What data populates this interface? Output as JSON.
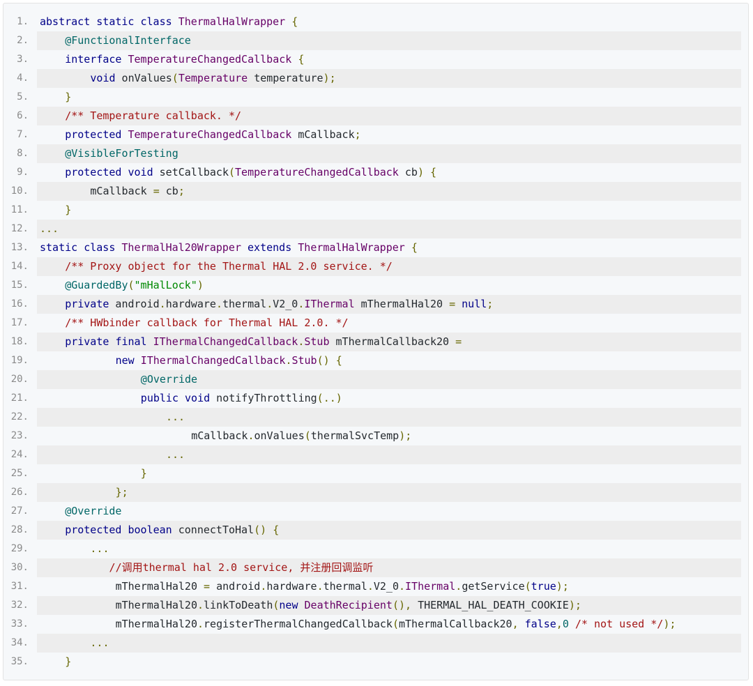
{
  "code": {
    "lines": [
      {
        "n": "1.",
        "indent": 0,
        "tokens": [
          [
            "kw",
            "abstract"
          ],
          [
            "pl",
            " "
          ],
          [
            "kw",
            "static"
          ],
          [
            "pl",
            " "
          ],
          [
            "kw",
            "class"
          ],
          [
            "pl",
            " "
          ],
          [
            "ty",
            "ThermalHalWrapper"
          ],
          [
            "pl",
            " "
          ],
          [
            "pu",
            "{"
          ]
        ]
      },
      {
        "n": "2.",
        "indent": 4,
        "tokens": [
          [
            "an",
            "@FunctionalInterface"
          ]
        ]
      },
      {
        "n": "3.",
        "indent": 4,
        "tokens": [
          [
            "kw",
            "interface"
          ],
          [
            "pl",
            " "
          ],
          [
            "ty",
            "TemperatureChangedCallback"
          ],
          [
            "pl",
            " "
          ],
          [
            "pu",
            "{"
          ]
        ]
      },
      {
        "n": "4.",
        "indent": 8,
        "tokens": [
          [
            "kw",
            "void"
          ],
          [
            "pl",
            " onValues"
          ],
          [
            "pu",
            "("
          ],
          [
            "ty",
            "Temperature"
          ],
          [
            "pl",
            " temperature"
          ],
          [
            "pu",
            ");"
          ]
        ]
      },
      {
        "n": "5.",
        "indent": 4,
        "tokens": [
          [
            "pu",
            "}"
          ]
        ]
      },
      {
        "n": "6.",
        "indent": 4,
        "tokens": [
          [
            "cm",
            "/** Temperature callback. */"
          ]
        ]
      },
      {
        "n": "7.",
        "indent": 4,
        "tokens": [
          [
            "kw",
            "protected"
          ],
          [
            "pl",
            " "
          ],
          [
            "ty",
            "TemperatureChangedCallback"
          ],
          [
            "pl",
            " mCallback"
          ],
          [
            "pu",
            ";"
          ]
        ]
      },
      {
        "n": "8.",
        "indent": 4,
        "tokens": [
          [
            "an",
            "@VisibleForTesting"
          ]
        ]
      },
      {
        "n": "9.",
        "indent": 4,
        "tokens": [
          [
            "kw",
            "protected"
          ],
          [
            "pl",
            " "
          ],
          [
            "kw",
            "void"
          ],
          [
            "pl",
            " setCallback"
          ],
          [
            "pu",
            "("
          ],
          [
            "ty",
            "TemperatureChangedCallback"
          ],
          [
            "pl",
            " cb"
          ],
          [
            "pu",
            ")"
          ],
          [
            "pl",
            " "
          ],
          [
            "pu",
            "{"
          ]
        ]
      },
      {
        "n": "10.",
        "indent": 8,
        "tokens": [
          [
            "pl",
            "mCallback "
          ],
          [
            "pu",
            "="
          ],
          [
            "pl",
            " cb"
          ],
          [
            "pu",
            ";"
          ]
        ]
      },
      {
        "n": "11.",
        "indent": 4,
        "tokens": [
          [
            "pu",
            "}"
          ]
        ]
      },
      {
        "n": "12.",
        "indent": 0,
        "tokens": [
          [
            "pu",
            "..."
          ]
        ]
      },
      {
        "n": "13.",
        "indent": 0,
        "tokens": [
          [
            "kw",
            "static"
          ],
          [
            "pl",
            " "
          ],
          [
            "kw",
            "class"
          ],
          [
            "pl",
            " "
          ],
          [
            "ty",
            "ThermalHal20Wrapper"
          ],
          [
            "pl",
            " "
          ],
          [
            "kw",
            "extends"
          ],
          [
            "pl",
            " "
          ],
          [
            "ty",
            "ThermalHalWrapper"
          ],
          [
            "pl",
            " "
          ],
          [
            "pu",
            "{"
          ]
        ]
      },
      {
        "n": "14.",
        "indent": 4,
        "tokens": [
          [
            "cm",
            "/** Proxy object for the Thermal HAL 2.0 service. */"
          ]
        ]
      },
      {
        "n": "15.",
        "indent": 4,
        "tokens": [
          [
            "an",
            "@GuardedBy"
          ],
          [
            "pu",
            "("
          ],
          [
            "st",
            "\"mHalLock\""
          ],
          [
            "pu",
            ")"
          ]
        ]
      },
      {
        "n": "16.",
        "indent": 4,
        "tokens": [
          [
            "kw",
            "private"
          ],
          [
            "pl",
            " android"
          ],
          [
            "pu",
            "."
          ],
          [
            "pl",
            "hardware"
          ],
          [
            "pu",
            "."
          ],
          [
            "pl",
            "thermal"
          ],
          [
            "pu",
            "."
          ],
          [
            "pl",
            "V2_0"
          ],
          [
            "pu",
            "."
          ],
          [
            "ty",
            "IThermal"
          ],
          [
            "pl",
            " mThermalHal20 "
          ],
          [
            "pu",
            "="
          ],
          [
            "pl",
            " "
          ],
          [
            "kw",
            "null"
          ],
          [
            "pu",
            ";"
          ]
        ]
      },
      {
        "n": "17.",
        "indent": 4,
        "tokens": [
          [
            "cm",
            "/** HWbinder callback for Thermal HAL 2.0. */"
          ]
        ]
      },
      {
        "n": "18.",
        "indent": 4,
        "tokens": [
          [
            "kw",
            "private"
          ],
          [
            "pl",
            " "
          ],
          [
            "kw",
            "final"
          ],
          [
            "pl",
            " "
          ],
          [
            "ty",
            "IThermalChangedCallback"
          ],
          [
            "pu",
            "."
          ],
          [
            "ty",
            "Stub"
          ],
          [
            "pl",
            " mThermalCallback20 "
          ],
          [
            "pu",
            "="
          ]
        ]
      },
      {
        "n": "19.",
        "indent": 12,
        "tokens": [
          [
            "kw",
            "new"
          ],
          [
            "pl",
            " "
          ],
          [
            "ty",
            "IThermalChangedCallback"
          ],
          [
            "pu",
            "."
          ],
          [
            "ty",
            "Stub"
          ],
          [
            "pu",
            "()"
          ],
          [
            "pl",
            " "
          ],
          [
            "pu",
            "{"
          ]
        ]
      },
      {
        "n": "20.",
        "indent": 16,
        "tokens": [
          [
            "an",
            "@Override"
          ]
        ]
      },
      {
        "n": "21.",
        "indent": 16,
        "tokens": [
          [
            "kw",
            "public"
          ],
          [
            "pl",
            " "
          ],
          [
            "kw",
            "void"
          ],
          [
            "pl",
            " notifyThrottling"
          ],
          [
            "pu",
            "(..)"
          ]
        ]
      },
      {
        "n": "22.",
        "indent": 20,
        "tokens": [
          [
            "pu",
            "..."
          ]
        ]
      },
      {
        "n": "23.",
        "indent": 24,
        "tokens": [
          [
            "pl",
            "mCallback"
          ],
          [
            "pu",
            "."
          ],
          [
            "pl",
            "onValues"
          ],
          [
            "pu",
            "("
          ],
          [
            "pl",
            "thermalSvcTemp"
          ],
          [
            "pu",
            ");"
          ]
        ]
      },
      {
        "n": "24.",
        "indent": 20,
        "tokens": [
          [
            "pu",
            "..."
          ]
        ]
      },
      {
        "n": "25.",
        "indent": 16,
        "tokens": [
          [
            "pu",
            "}"
          ]
        ]
      },
      {
        "n": "26.",
        "indent": 12,
        "tokens": [
          [
            "pu",
            "};"
          ]
        ]
      },
      {
        "n": "27.",
        "indent": 4,
        "tokens": [
          [
            "an",
            "@Override"
          ]
        ]
      },
      {
        "n": "28.",
        "indent": 4,
        "tokens": [
          [
            "kw",
            "protected"
          ],
          [
            "pl",
            " "
          ],
          [
            "kw",
            "boolean"
          ],
          [
            "pl",
            " connectToHal"
          ],
          [
            "pu",
            "()"
          ],
          [
            "pl",
            " "
          ],
          [
            "pu",
            "{"
          ]
        ]
      },
      {
        "n": "29.",
        "indent": 8,
        "tokens": [
          [
            "pu",
            "..."
          ]
        ]
      },
      {
        "n": "30.",
        "indent": 11,
        "tokens": [
          [
            "cm",
            "//调用thermal hal 2.0 service, 并注册回调监听"
          ]
        ]
      },
      {
        "n": "31.",
        "indent": 12,
        "tokens": [
          [
            "pl",
            "mThermalHal20 "
          ],
          [
            "pu",
            "="
          ],
          [
            "pl",
            " android"
          ],
          [
            "pu",
            "."
          ],
          [
            "pl",
            "hardware"
          ],
          [
            "pu",
            "."
          ],
          [
            "pl",
            "thermal"
          ],
          [
            "pu",
            "."
          ],
          [
            "pl",
            "V2_0"
          ],
          [
            "pu",
            "."
          ],
          [
            "ty",
            "IThermal"
          ],
          [
            "pu",
            "."
          ],
          [
            "pl",
            "getService"
          ],
          [
            "pu",
            "("
          ],
          [
            "kw",
            "true"
          ],
          [
            "pu",
            ");"
          ]
        ]
      },
      {
        "n": "32.",
        "indent": 12,
        "tokens": [
          [
            "pl",
            "mThermalHal20"
          ],
          [
            "pu",
            "."
          ],
          [
            "pl",
            "linkToDeath"
          ],
          [
            "pu",
            "("
          ],
          [
            "kw",
            "new"
          ],
          [
            "pl",
            " "
          ],
          [
            "ty",
            "DeathRecipient"
          ],
          [
            "pu",
            "(),"
          ],
          [
            "pl",
            " THERMAL_HAL_DEATH_COOKIE"
          ],
          [
            "pu",
            ");"
          ]
        ]
      },
      {
        "n": "33.",
        "indent": 12,
        "tokens": [
          [
            "pl",
            "mThermalHal20"
          ],
          [
            "pu",
            "."
          ],
          [
            "pl",
            "registerThermalChangedCallback"
          ],
          [
            "pu",
            "("
          ],
          [
            "pl",
            "mThermalCallback20"
          ],
          [
            "pu",
            ","
          ],
          [
            "pl",
            " "
          ],
          [
            "kw",
            "false"
          ],
          [
            "pu",
            ","
          ],
          [
            "nu",
            "0"
          ],
          [
            "pl",
            " "
          ],
          [
            "cm",
            "/* not used */"
          ],
          [
            "pu",
            ");"
          ]
        ]
      },
      {
        "n": "34.",
        "indent": 8,
        "tokens": [
          [
            "pu",
            "..."
          ]
        ]
      },
      {
        "n": "35.",
        "indent": 4,
        "tokens": [
          [
            "pu",
            "}"
          ]
        ]
      }
    ]
  }
}
